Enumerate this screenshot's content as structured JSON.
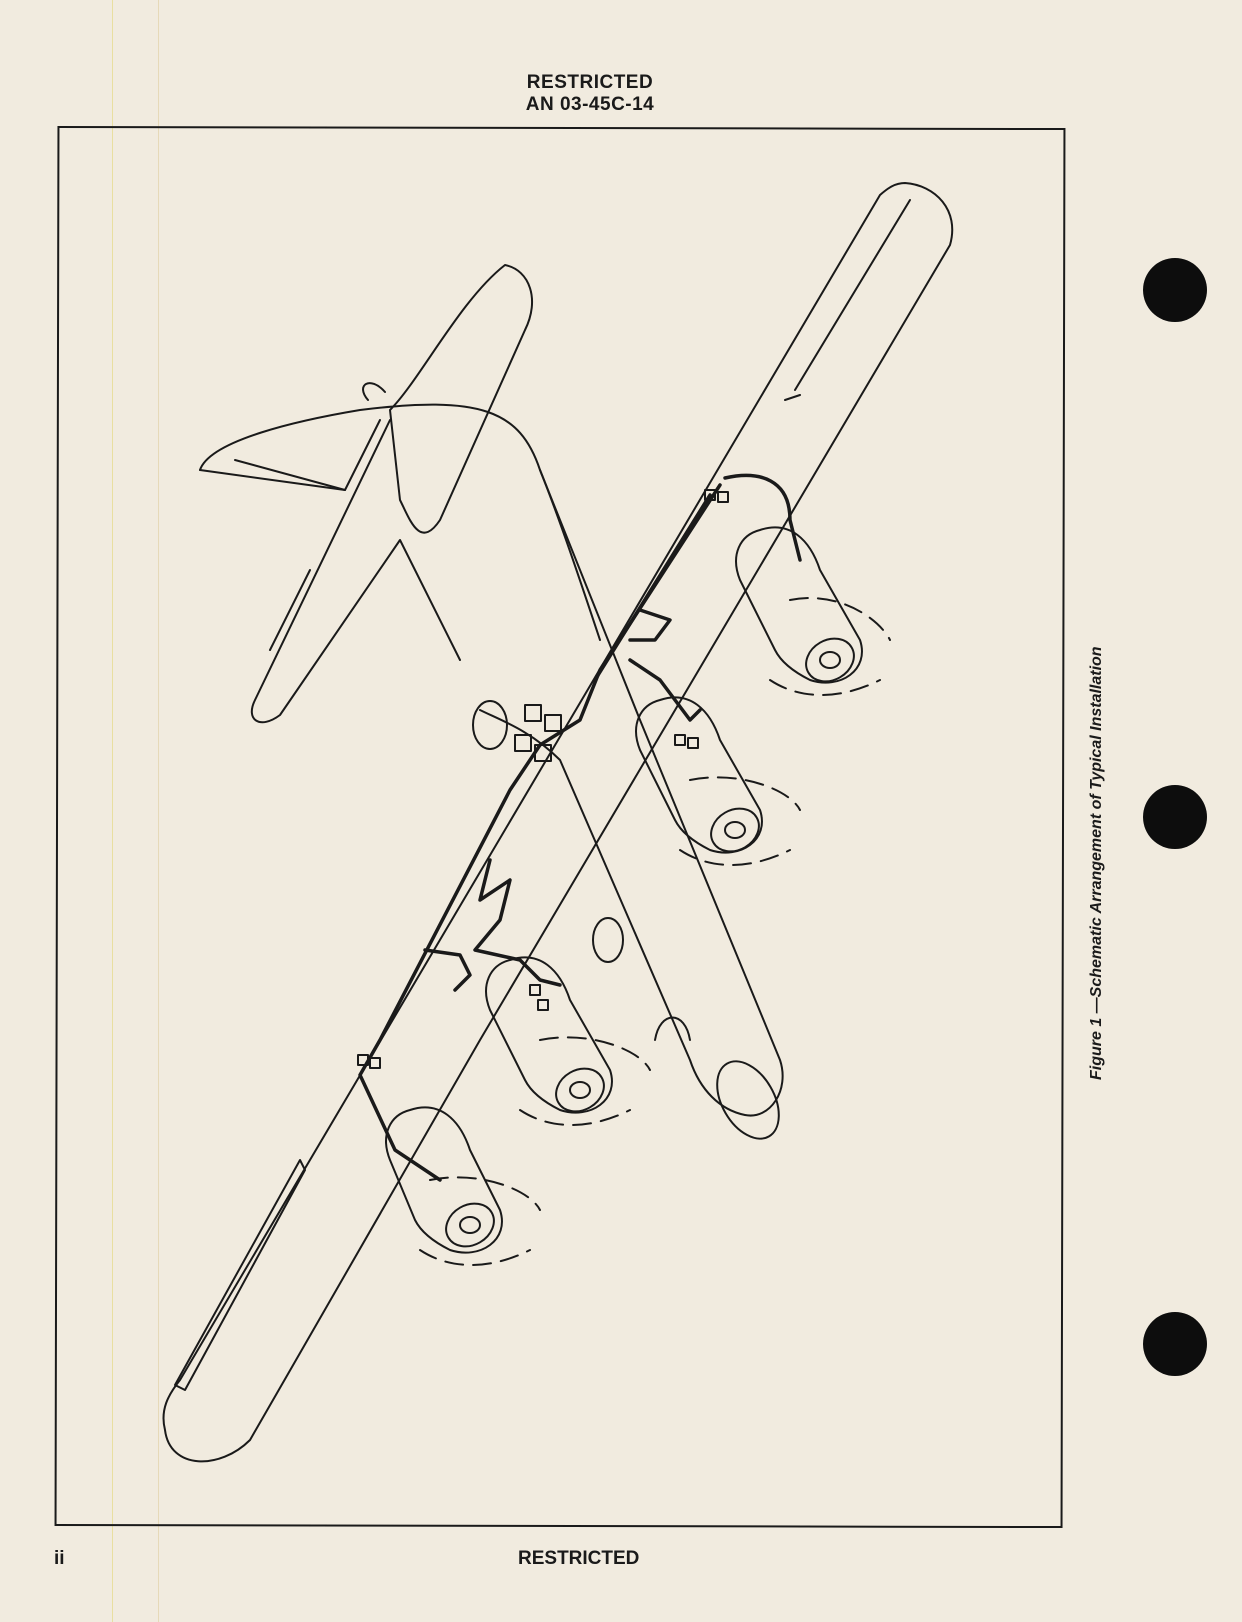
{
  "header": {
    "classification": "RESTRICTED",
    "document_number": "AN 03-45C-14"
  },
  "figure": {
    "caption": "Figure 1 —Schematic Arrangement of Typical Installation",
    "subject": "four-engine-aircraft-schematic"
  },
  "footer": {
    "page_number": "ii",
    "classification": "RESTRICTED"
  },
  "binder_holes": 3
}
